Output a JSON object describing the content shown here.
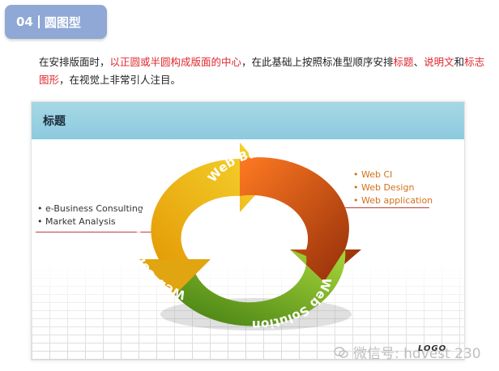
{
  "badge": {
    "num": "04",
    "title": "圆图型"
  },
  "intro": {
    "p1": "在安排版面时，",
    "p2": "以正圆或半圆构成版面的中心",
    "p3": "，在此基础上按照标准型顺序安排",
    "p4": "标题",
    "p5": "、",
    "p6": "说明文",
    "p7": "和",
    "p8": "标志图形",
    "p9": "，在视觉上非常引人注目。"
  },
  "card": {
    "title": "标题"
  },
  "left_items": [
    "• e-Business Consulting",
    "• Market Analysis"
  ],
  "right_items": [
    "• Web CI",
    "• Web Design",
    "• Web application"
  ],
  "cycle": {
    "top": "Web Building",
    "left": "Web Consulting",
    "bottom": "Web Solution"
  },
  "logo": "LOGO",
  "watermark": "微信号: hdvest 230",
  "colors": {
    "badge": "#8fa8d6",
    "header": "#8ccadd",
    "highlight": "#e0262d"
  }
}
